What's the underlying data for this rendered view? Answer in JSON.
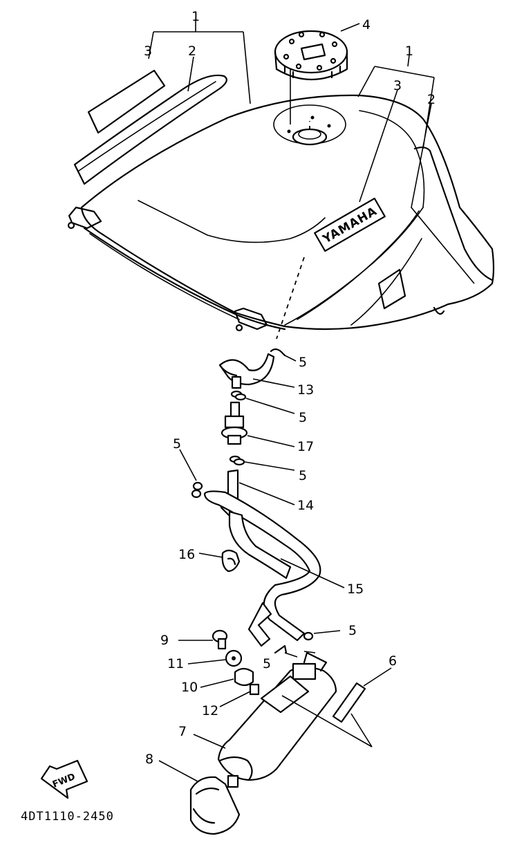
{
  "callouts": {
    "c1_left": "1",
    "c2_left": "2",
    "c3_left": "3",
    "c4": "4",
    "c1_right": "1",
    "c3_right": "3",
    "c2_right": "2",
    "c5_a": "5",
    "c13": "13",
    "c5_b": "5",
    "c5_c": "5",
    "c17": "17",
    "c5_d": "5",
    "c14": "14",
    "c16": "16",
    "c15": "15",
    "c9": "9",
    "c5_e": "5",
    "c5_f": "5",
    "c11": "11",
    "c6": "6",
    "c10": "10",
    "c12": "12",
    "c7": "7",
    "c8": "8"
  },
  "tank_logo": "YAMAHA",
  "fwd_label": "FWD",
  "drawing_code": "4DT1110-2450"
}
